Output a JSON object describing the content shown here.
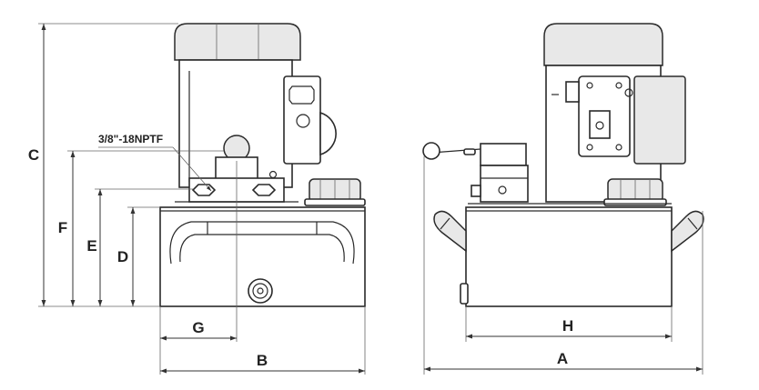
{
  "labels": {
    "A": "A",
    "B": "B",
    "C": "C",
    "D": "D",
    "E": "E",
    "F": "F",
    "G": "G",
    "H": "H",
    "port_note": "3/8\"-18NPTF"
  }
}
